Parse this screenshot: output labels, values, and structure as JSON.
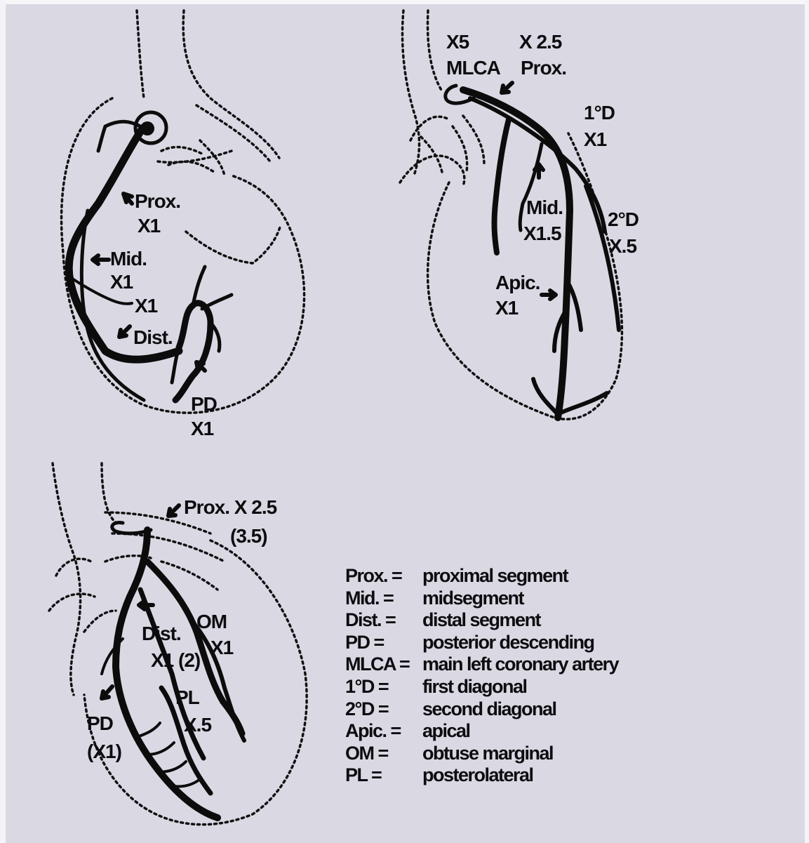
{
  "figure": {
    "background": "#dad9e3",
    "ink": "#0c0c0c"
  },
  "panels": {
    "rca": {
      "labels": {
        "prox": "Prox.",
        "prox_x": "X1",
        "mid": "Mid.",
        "mid_x": "X1",
        "x1_extra": "X1",
        "dist": "Dist.",
        "pd": "PD",
        "pd_x": "X1"
      }
    },
    "lad": {
      "labels": {
        "mlca_x": "X5",
        "mlca": "MLCA",
        "prox_x": "X 2.5",
        "prox": "Prox.",
        "d1": "1°D",
        "d1_x": "X1",
        "mid": "Mid.",
        "mid_x": "X1.5",
        "d2": "2°D",
        "d2_x": "X.5",
        "apic": "Apic.",
        "apic_x": "X1"
      }
    },
    "circ": {
      "labels": {
        "prox": "Prox. X 2.5",
        "prox_alt": "(3.5)",
        "dist": "Dist.",
        "dist_x": "X1",
        "dist_alt": "(2)",
        "om": "OM",
        "om_x": "X1",
        "pl": "PL",
        "pl_x": "X.5",
        "pd": "PD",
        "pd_x": "(X1)"
      }
    }
  },
  "legend": [
    {
      "abbr": "Prox. =",
      "meaning": "proximal segment"
    },
    {
      "abbr": "Mid. =",
      "meaning": "midsegment"
    },
    {
      "abbr": "Dist. =",
      "meaning": "distal segment"
    },
    {
      "abbr": "PD =",
      "meaning": "posterior descending"
    },
    {
      "abbr": "MLCA =",
      "meaning": "main left coronary artery"
    },
    {
      "abbr": "1°D =",
      "meaning": "first diagonal"
    },
    {
      "abbr": "2°D =",
      "meaning": "second diagonal"
    },
    {
      "abbr": "Apic. =",
      "meaning": "apical"
    },
    {
      "abbr": "OM =",
      "meaning": "obtuse marginal"
    },
    {
      "abbr": "PL =",
      "meaning": "posterolateral"
    }
  ]
}
